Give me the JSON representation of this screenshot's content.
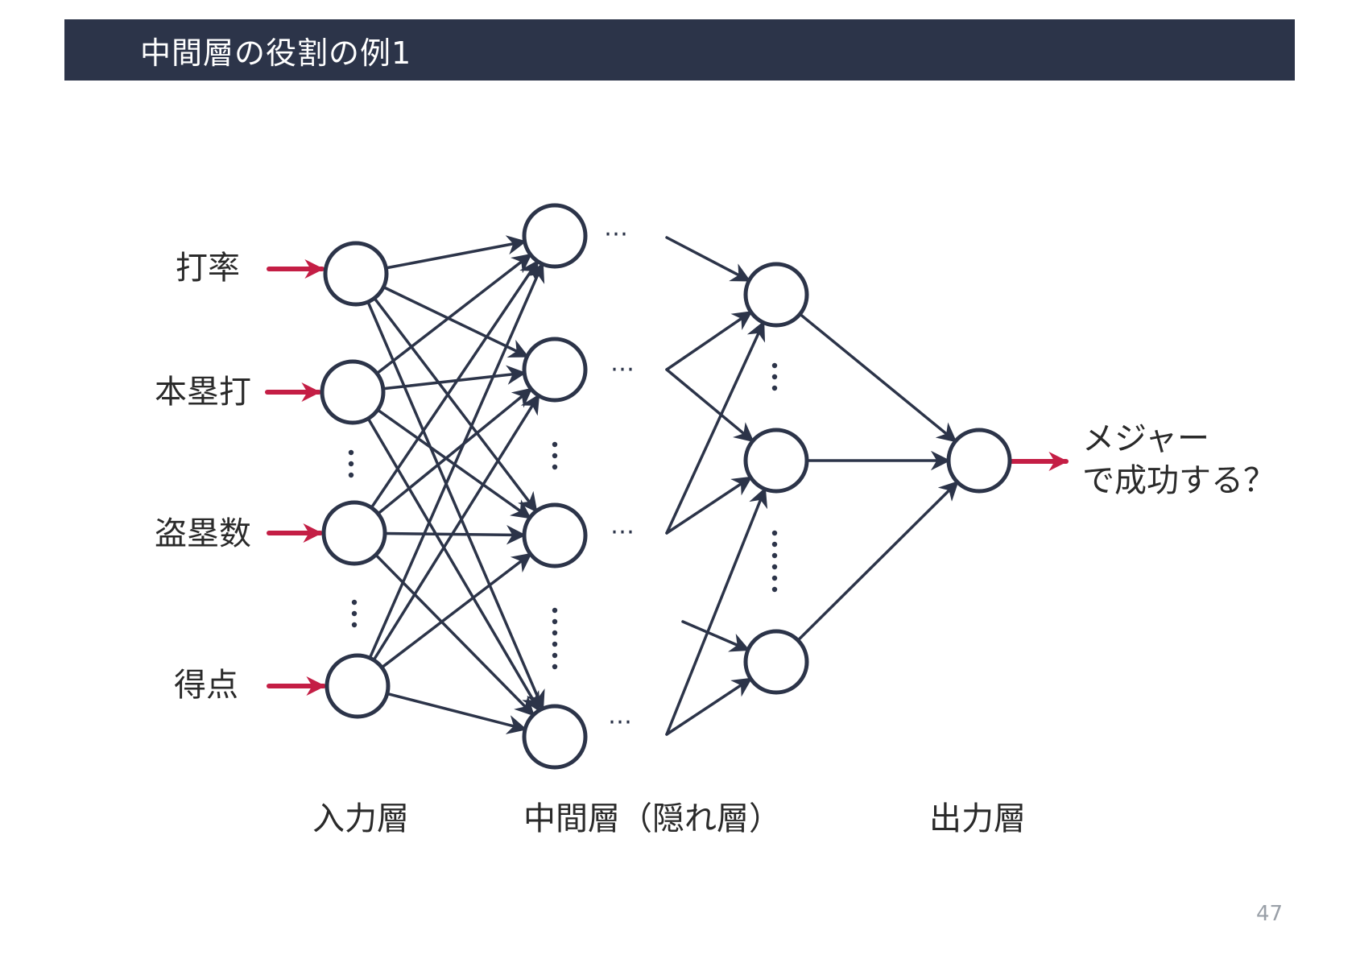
{
  "slide": {
    "title": "中間層の役割の例1",
    "page_number": "47"
  },
  "colors": {
    "title_bar": "#2c3449",
    "edge": "#2c3449",
    "input_arrow": "#c41e45",
    "text": "#2a2a2a"
  },
  "inputs": [
    "打率",
    "本塁打",
    "盗塁数",
    "得点"
  ],
  "output_label_line1": "メジャー",
  "output_label_line2": "で成功する？",
  "layer_labels": {
    "input": "入力層",
    "hidden": "中間層（隠れ層）",
    "output": "出力層"
  },
  "ellipsis": "⋯"
}
